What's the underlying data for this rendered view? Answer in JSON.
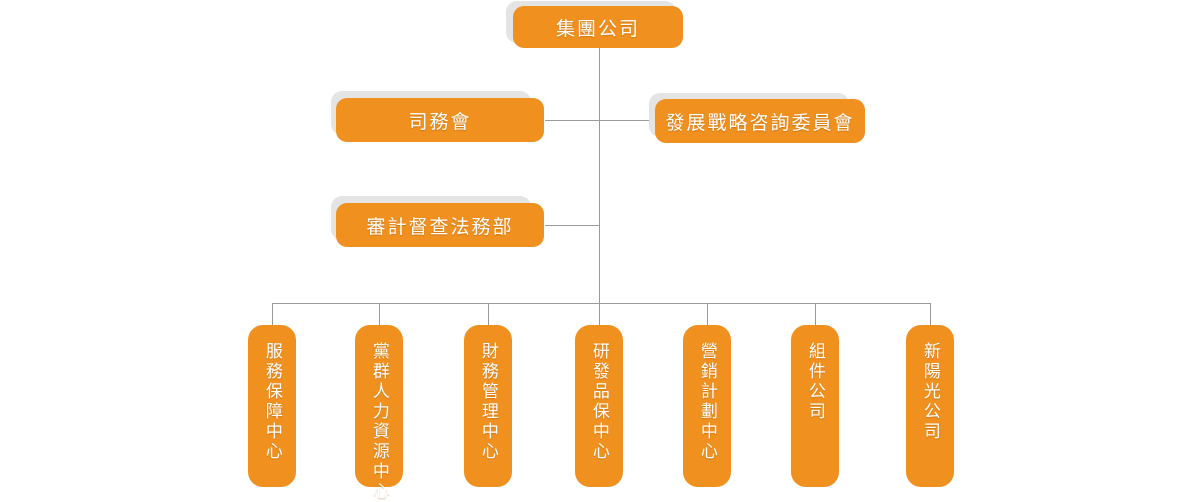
{
  "chart_data": {
    "type": "diagram",
    "diagram_type": "organization-chart",
    "title": "",
    "orientation": "top-down",
    "node_color": "#ef901f",
    "node_text_color": "#ffffff",
    "connector_color": "#9a9a9a",
    "shadow_color": "#e4e4e4",
    "background": "#ffffff",
    "levels": [
      {
        "level": 1,
        "nodes": [
          "集團公司"
        ]
      },
      {
        "level": 2,
        "nodes": [
          "司務會",
          "發展戰略咨詢委員會"
        ]
      },
      {
        "level": 3,
        "nodes": [
          "審計督查法務部"
        ]
      },
      {
        "level": 4,
        "nodes": [
          "服務保障中心",
          "黨群人力資源中心",
          "財務管理中心",
          "研發品保中心",
          "營銷計劃中心",
          "組件公司",
          "新陽光公司"
        ]
      }
    ],
    "edges": [
      {
        "from": "集團公司",
        "to": "司務會"
      },
      {
        "from": "集團公司",
        "to": "發展戰略咨詢委員會"
      },
      {
        "from": "集團公司",
        "to": "審計督查法務部"
      },
      {
        "from": "集團公司",
        "to": "服務保障中心"
      },
      {
        "from": "集團公司",
        "to": "黨群人力資源中心"
      },
      {
        "from": "集團公司",
        "to": "財務管理中心"
      },
      {
        "from": "集團公司",
        "to": "研發品保中心"
      },
      {
        "from": "集團公司",
        "to": "營銷計劃中心"
      },
      {
        "from": "集團公司",
        "to": "組件公司"
      },
      {
        "from": "集團公司",
        "to": "新陽光公司"
      }
    ]
  },
  "org": {
    "root": {
      "label": "集團公司"
    },
    "staff_row": {
      "left": {
        "label": "司務會"
      },
      "right": {
        "label": "發展戰略咨詢委員會"
      }
    },
    "audit_row": {
      "left": {
        "label": "審計督查法務部"
      }
    },
    "departments": [
      {
        "label": "服務保障中心"
      },
      {
        "label": "黨群人力資源中心"
      },
      {
        "label": "財務管理中心"
      },
      {
        "label": "研發品保中心"
      },
      {
        "label": "營銷計劃中心"
      },
      {
        "label": "組件公司"
      },
      {
        "label": "新陽光公司"
      }
    ]
  }
}
